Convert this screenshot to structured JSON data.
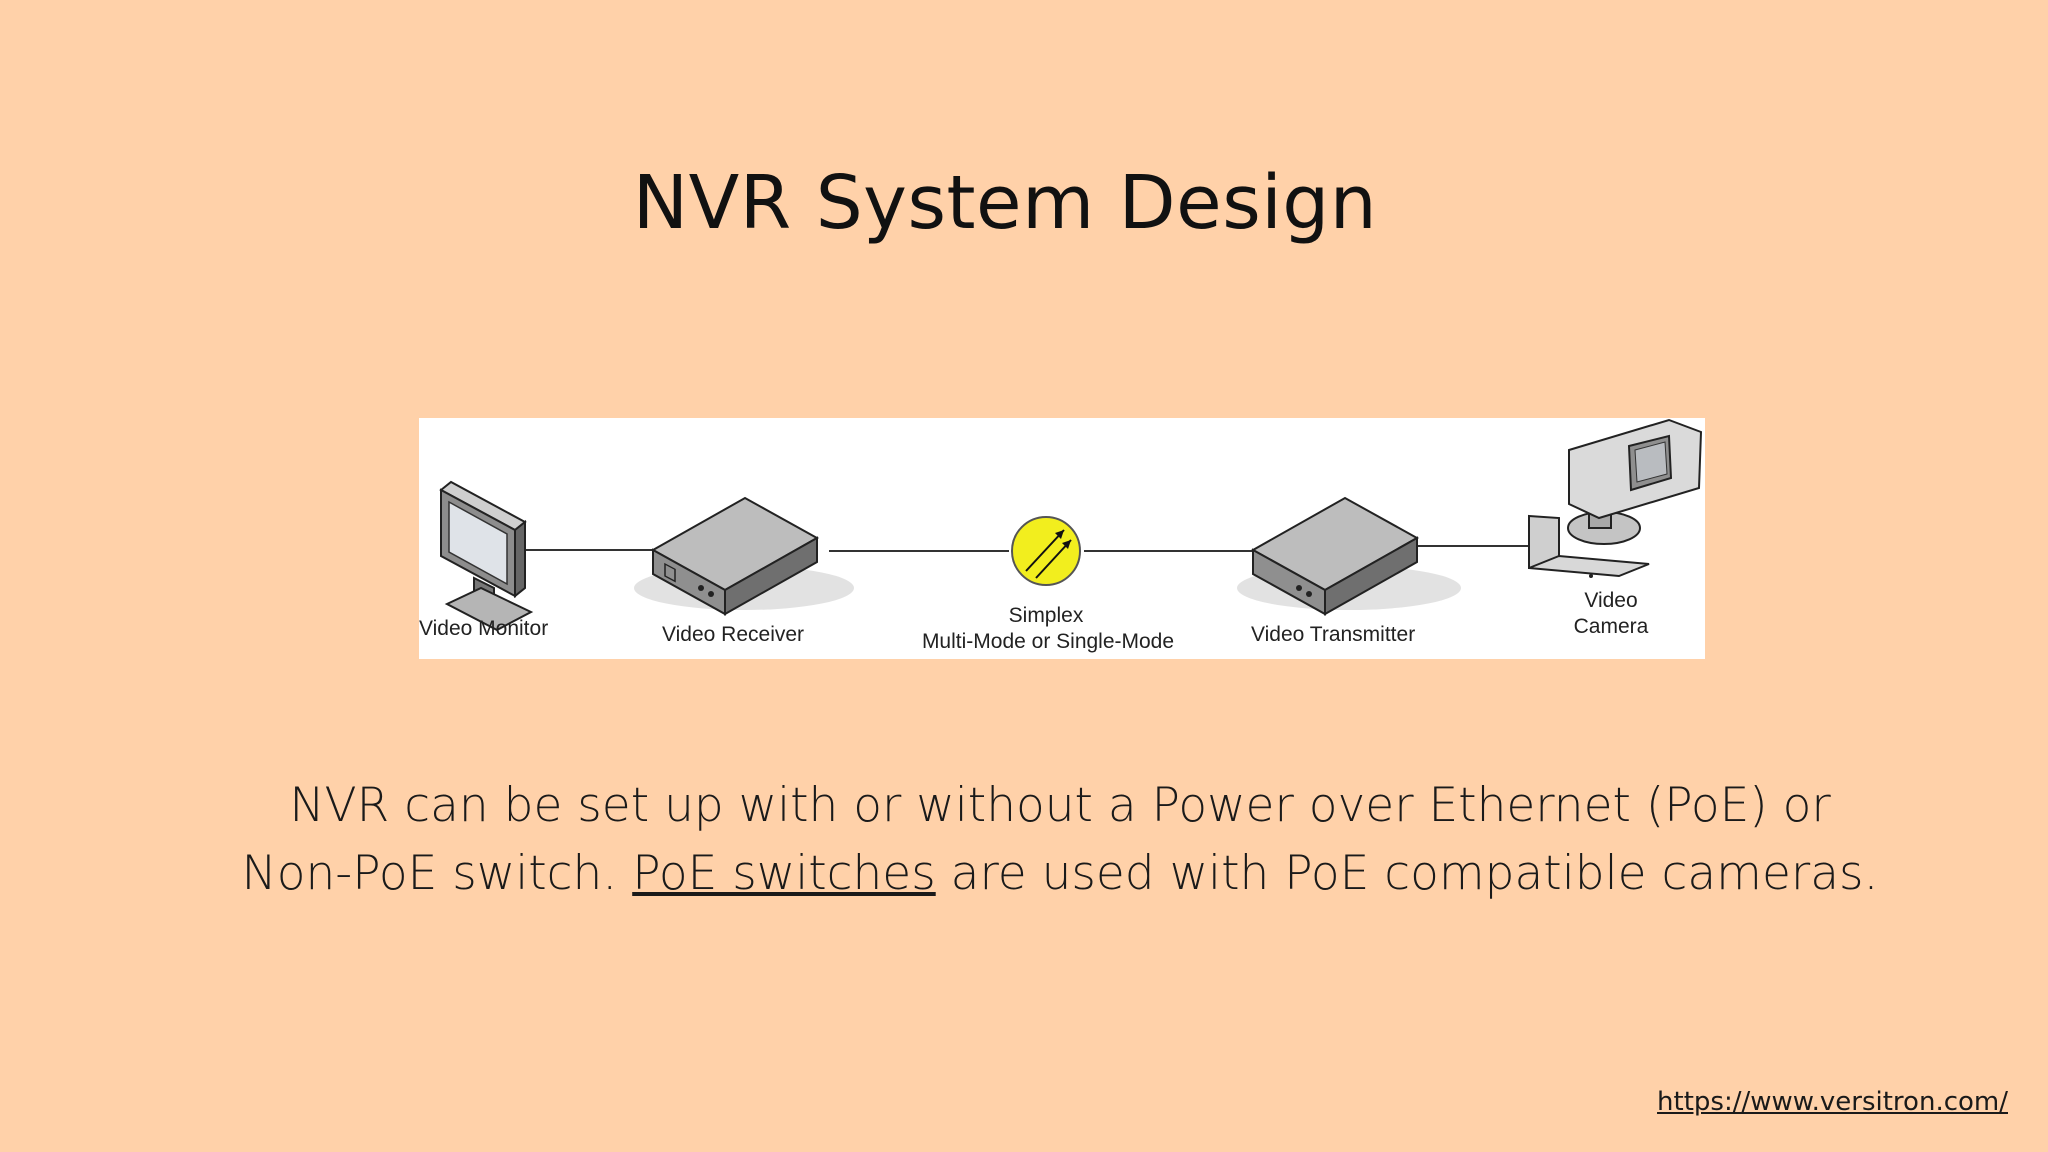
{
  "slide": {
    "title": "NVR System Design",
    "body_line1": "NVR can be set up with or without a Power over Ethernet (PoE) or",
    "body_line2_prefix": "Non-PoE switch. ",
    "body_link": "PoE switches",
    "body_line2_suffix": " are used with PoE compatible cameras.",
    "footer_url": "https://www.versitron.com/"
  },
  "diagram": {
    "nodes": [
      {
        "label": "Video Monitor",
        "icon": "monitor-icon"
      },
      {
        "label": "Video Receiver",
        "icon": "receiver-box-icon"
      },
      {
        "label_line1": "Simplex",
        "label_line2": "Multi-Mode or Single-Mode",
        "icon": "fiber-icon"
      },
      {
        "label": "Video Transmitter",
        "icon": "transmitter-box-icon"
      },
      {
        "label_line1": "Video",
        "label_line2": "Camera",
        "icon": "camera-icon"
      }
    ],
    "colors": {
      "fiber_fill": "#F2EE1E",
      "device_gray": "#9A9A9A",
      "line": "#333333"
    }
  }
}
